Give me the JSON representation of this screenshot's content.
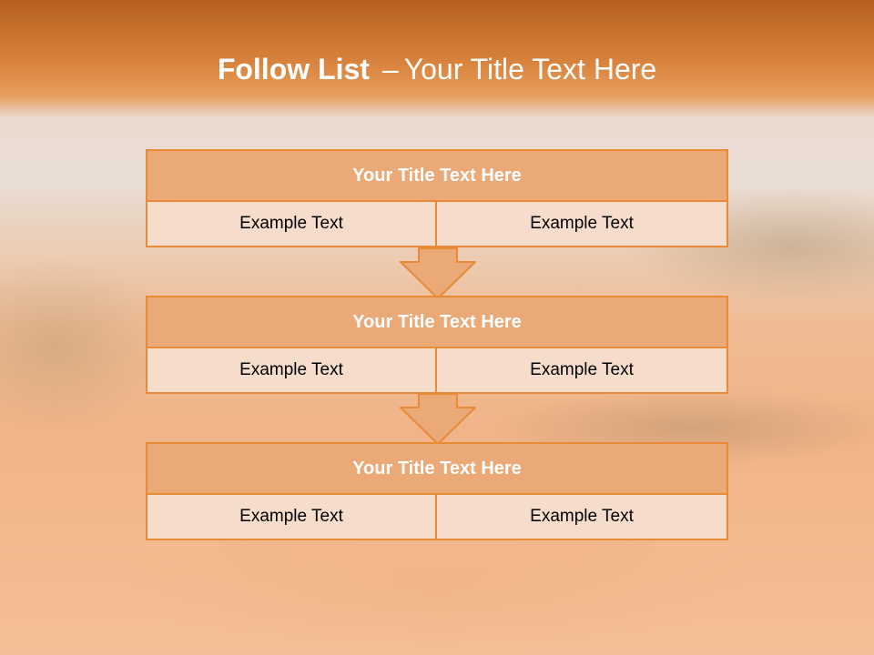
{
  "slide": {
    "title_strong": "Follow List",
    "title_separator": "–",
    "title_rest": "Your Title Text Here"
  },
  "blocks": [
    {
      "title": "Your Title Text Here",
      "cells": [
        "Example Text",
        "Example Text"
      ]
    },
    {
      "title": "Your Title Text Here",
      "cells": [
        "Example Text",
        "Example Text"
      ]
    },
    {
      "title": "Your Title Text Here",
      "cells": [
        "Example Text",
        "Example Text"
      ]
    }
  ],
  "colors": {
    "accent_orange": "#e88a36",
    "header_fill": "#eba977",
    "cell_fill": "#f6dcca",
    "title_bar": "#d9843e"
  },
  "icons": {
    "connector": "down-arrow-icon"
  }
}
